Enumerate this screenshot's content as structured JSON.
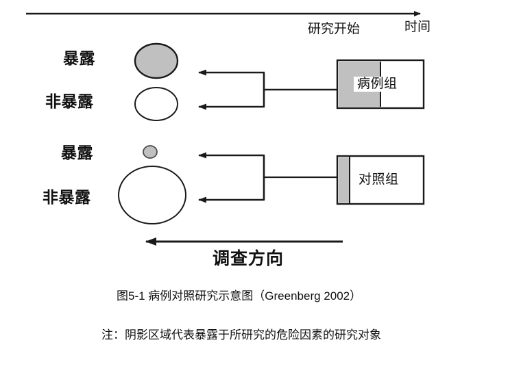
{
  "figure": {
    "timeline": {
      "axis_label": "时间",
      "start_label": "研究开始",
      "direction": "right"
    },
    "bottom_axis": {
      "label": "调查方向",
      "direction": "left"
    },
    "groups": [
      {
        "id": "case-group",
        "box_label": "病例组",
        "shade_style": "c-shape",
        "rows": [
          {
            "label": "暴露",
            "circle": "large-shaded"
          },
          {
            "label": "非暴露",
            "circle": "large-open"
          }
        ]
      },
      {
        "id": "control-group",
        "box_label": "对照组",
        "shade_style": "left-strip",
        "rows": [
          {
            "label": "暴露",
            "circle": "small-shaded"
          },
          {
            "label": "非暴露",
            "circle": "xlarge-open"
          }
        ]
      }
    ],
    "caption": "图5-1  病例对照研究示意图（Greenberg 2002）",
    "note": "注：阴影区域代表暴露于所研究的危险因素的研究对象"
  },
  "colors": {
    "line": "#1a1a1a",
    "shade": "#c0c0c0",
    "background": "#ffffff"
  }
}
